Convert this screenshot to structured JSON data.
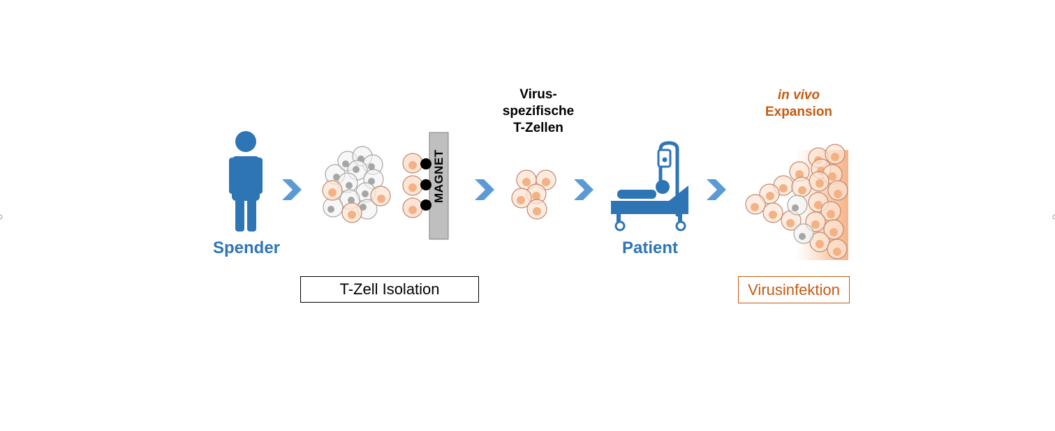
{
  "steps": {
    "donor_label": "Spender",
    "patient_label": "Patient",
    "virus_specific_label": "Virus-\nspezifische\nT-Zellen",
    "in_vivo_label": "in vivo",
    "expansion_label": "Expansion",
    "isolation_label": "T-Zell Isolation",
    "infection_label": "Virusinfektion",
    "magnet_label": "MAGNET"
  },
  "colors": {
    "blue": "#2E75B6",
    "arrow_blue": "#5B9BD5",
    "orange": "#C55A11",
    "cell_orange_fill": "#FBE5D6",
    "cell_orange_stroke": "#C8866A",
    "cell_orange_nucleus": "#F4B183",
    "cell_gray_fill": "#F2F2F2",
    "cell_gray_stroke": "#A6A6A6",
    "cell_gray_nucleus": "#A6A6A6",
    "magnet_fill": "#BFBFBF"
  },
  "icons": {
    "donor": "person-icon",
    "patient": "hospital-bed-icon",
    "arrow": "chevron-right-icon"
  }
}
